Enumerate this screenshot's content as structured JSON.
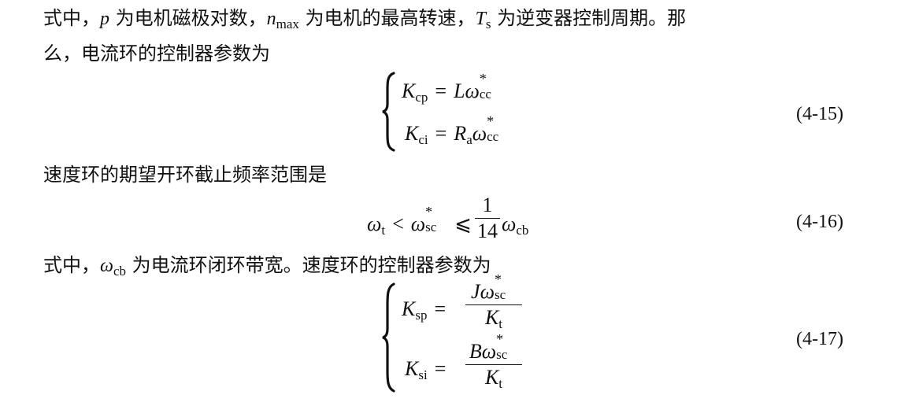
{
  "paragraph1": {
    "line1": {
      "t1": "式中，",
      "p": "p",
      "t2": " 为电机磁极对数，",
      "n": "n",
      "n_sub": "max",
      "t3": " 为电机的最高转速，",
      "T": "T",
      "T_sub": "s",
      "t4": " 为逆变器控制周期。那"
    },
    "line2": "么，电流环的控制器参数为"
  },
  "equation_4_15": {
    "number": "(4-15)",
    "row1": {
      "lhs": "K",
      "lhs_sub": "cp",
      "eq": "=",
      "a": "L",
      "w": "ω",
      "star": "*",
      "w_sub": "cc"
    },
    "row2": {
      "lhs": "K",
      "lhs_sub": "ci",
      "eq": "=",
      "a": "R",
      "a_sub": "a",
      "w": "ω",
      "star": "*",
      "w_sub": "cc"
    }
  },
  "paragraph2": "速度环的期望开环截止频率范围是",
  "equation_4_16": {
    "number": "(4-16)",
    "w1": "ω",
    "w1_sub": "t",
    "lt": "<",
    "w2": "ω",
    "w2_star": "*",
    "w2_sub": "sc",
    "le": "⩽",
    "frac_num": "1",
    "frac_den": "14",
    "w3": "ω",
    "w3_sub": "cb"
  },
  "paragraph3": {
    "t1": "式中，",
    "w": "ω",
    "w_sub": "cb",
    "t2": " 为电流环闭环带宽。速度环的控制器参数为"
  },
  "equation_4_17": {
    "number": "(4-17)",
    "row1": {
      "lhs": "K",
      "lhs_sub": "sp",
      "eq": "=",
      "num_a": "J",
      "num_w": "ω",
      "num_star": "*",
      "num_sub": "sc",
      "den": "K",
      "den_sub": "t"
    },
    "row2": {
      "lhs": "K",
      "lhs_sub": "si",
      "eq": "=",
      "num_a": "B",
      "num_w": "ω",
      "num_star": "*",
      "num_sub": "sc",
      "den": "K",
      "den_sub": "t"
    }
  }
}
